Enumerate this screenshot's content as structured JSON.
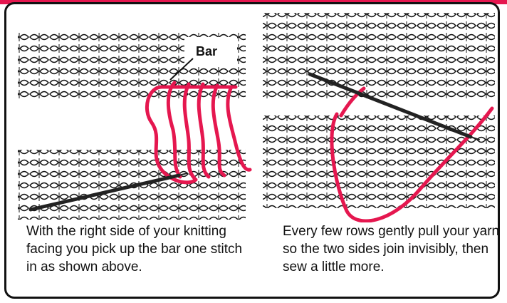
{
  "illustrations": {
    "left": {
      "bar_label": "Bar"
    },
    "yarn_color": "#e5174f",
    "needle_color": "#222222"
  },
  "captions": {
    "left": "With the right side of your knitting facing you pick up the bar one stitch in as shown above.",
    "right": "Every few rows gently pull your yarn so the two sides join invisibly, then sew a little more."
  }
}
